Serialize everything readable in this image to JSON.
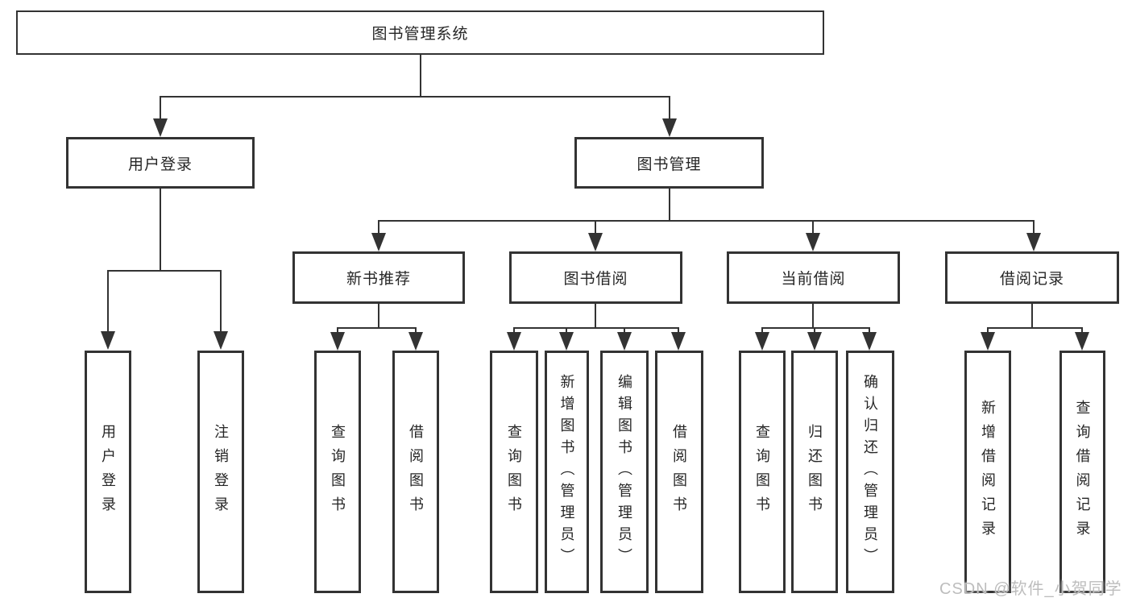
{
  "diagram_type": "feature-tree",
  "tree": {
    "label": "图书管理系统",
    "children": [
      {
        "label": "用户登录",
        "children": [
          {
            "label": "用户登录"
          },
          {
            "label": "注销登录"
          }
        ]
      },
      {
        "label": "图书管理",
        "children": [
          {
            "label": "新书推荐",
            "children": [
              {
                "label": "查询图书"
              },
              {
                "label": "借阅图书"
              }
            ]
          },
          {
            "label": "图书借阅",
            "children": [
              {
                "label": "查询图书"
              },
              {
                "label": "新增图书（管理员）"
              },
              {
                "label": "编辑图书（管理员）"
              },
              {
                "label": "借阅图书"
              }
            ]
          },
          {
            "label": "当前借阅",
            "children": [
              {
                "label": "查询图书"
              },
              {
                "label": "归还图书"
              },
              {
                "label": "确认归还（管理员）"
              }
            ]
          },
          {
            "label": "借阅记录",
            "children": [
              {
                "label": "新增借阅记录"
              },
              {
                "label": "查询借阅记录"
              }
            ]
          }
        ]
      }
    ]
  },
  "watermark": {
    "text": "CSDN @软件_小贺同学"
  },
  "colors": {
    "line": "#333333",
    "text": "#262626",
    "background": "#ffffff",
    "watermark": "#bdbdbd"
  }
}
